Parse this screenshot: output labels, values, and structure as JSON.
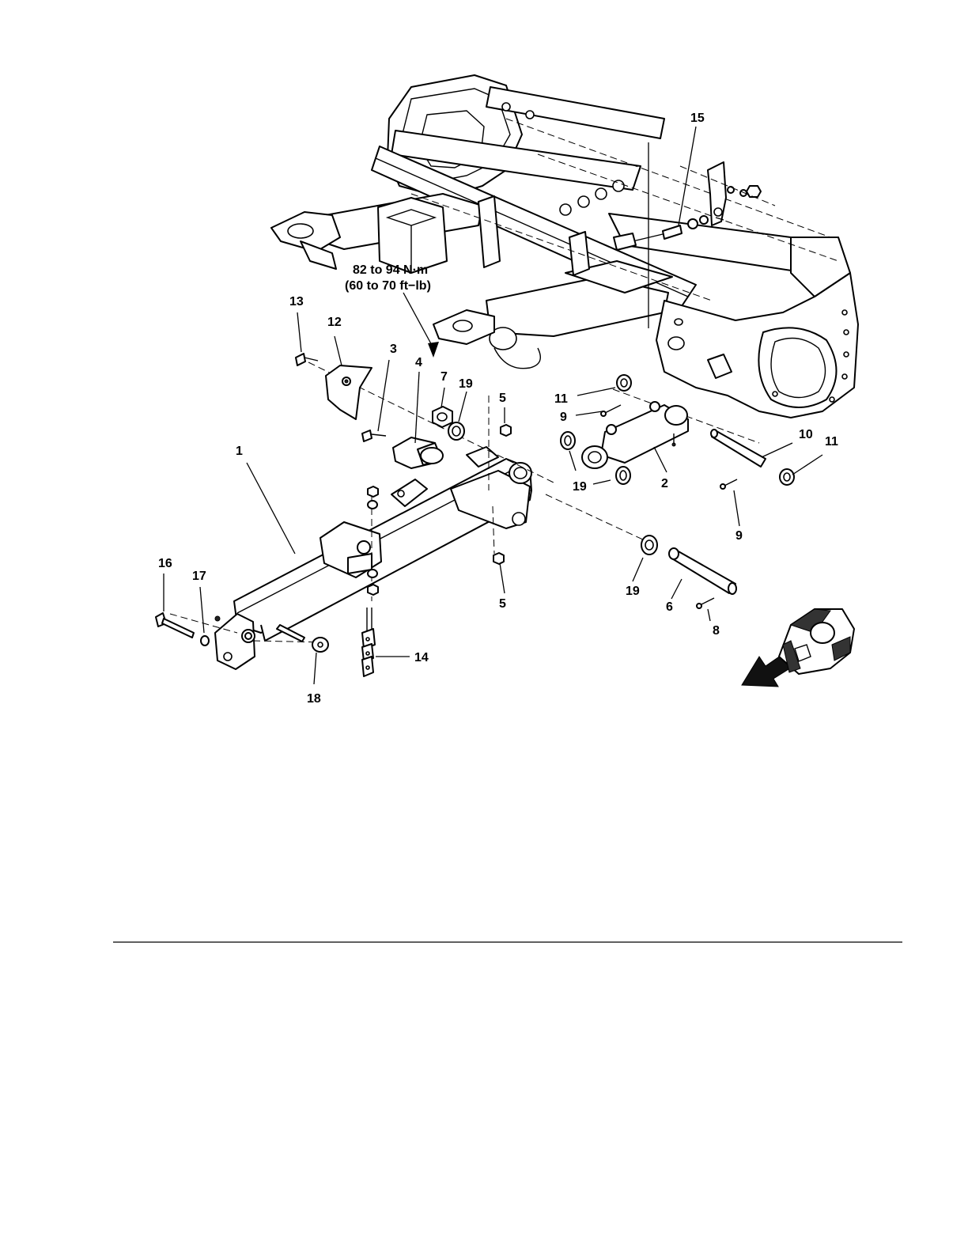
{
  "torque_note": {
    "line1": "82 to 94 N·m",
    "line2": "(60 to 70 ft−lb)"
  },
  "callouts": [
    "1",
    "2",
    "3",
    "4",
    "5",
    "5",
    "6",
    "7",
    "8",
    "9",
    "9",
    "10",
    "11",
    "11",
    "12",
    "13",
    "14",
    "15",
    "16",
    "17",
    "18",
    "19",
    "19",
    "19",
    "19"
  ],
  "direction_indicator": "forward-arrow"
}
